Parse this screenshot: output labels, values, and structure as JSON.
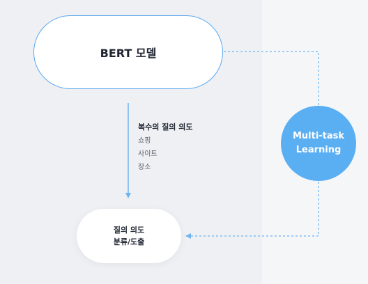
{
  "colors": {
    "accent": "#5aaef2",
    "connector": "#6fb4ee",
    "panel_left": "#eef0f4",
    "panel_right": "#f5f6f8",
    "text": "#1f2430"
  },
  "nodes": {
    "bert": {
      "label": "BERT 모델"
    },
    "intents": {
      "title": "복수의 질의 의도",
      "items": [
        "쇼핑",
        "사이트",
        "장소"
      ]
    },
    "output": {
      "line1": "질의 의도",
      "line2": "분류/도출"
    },
    "multitask": {
      "line1": "Multi-task",
      "line2": "Learning"
    }
  }
}
